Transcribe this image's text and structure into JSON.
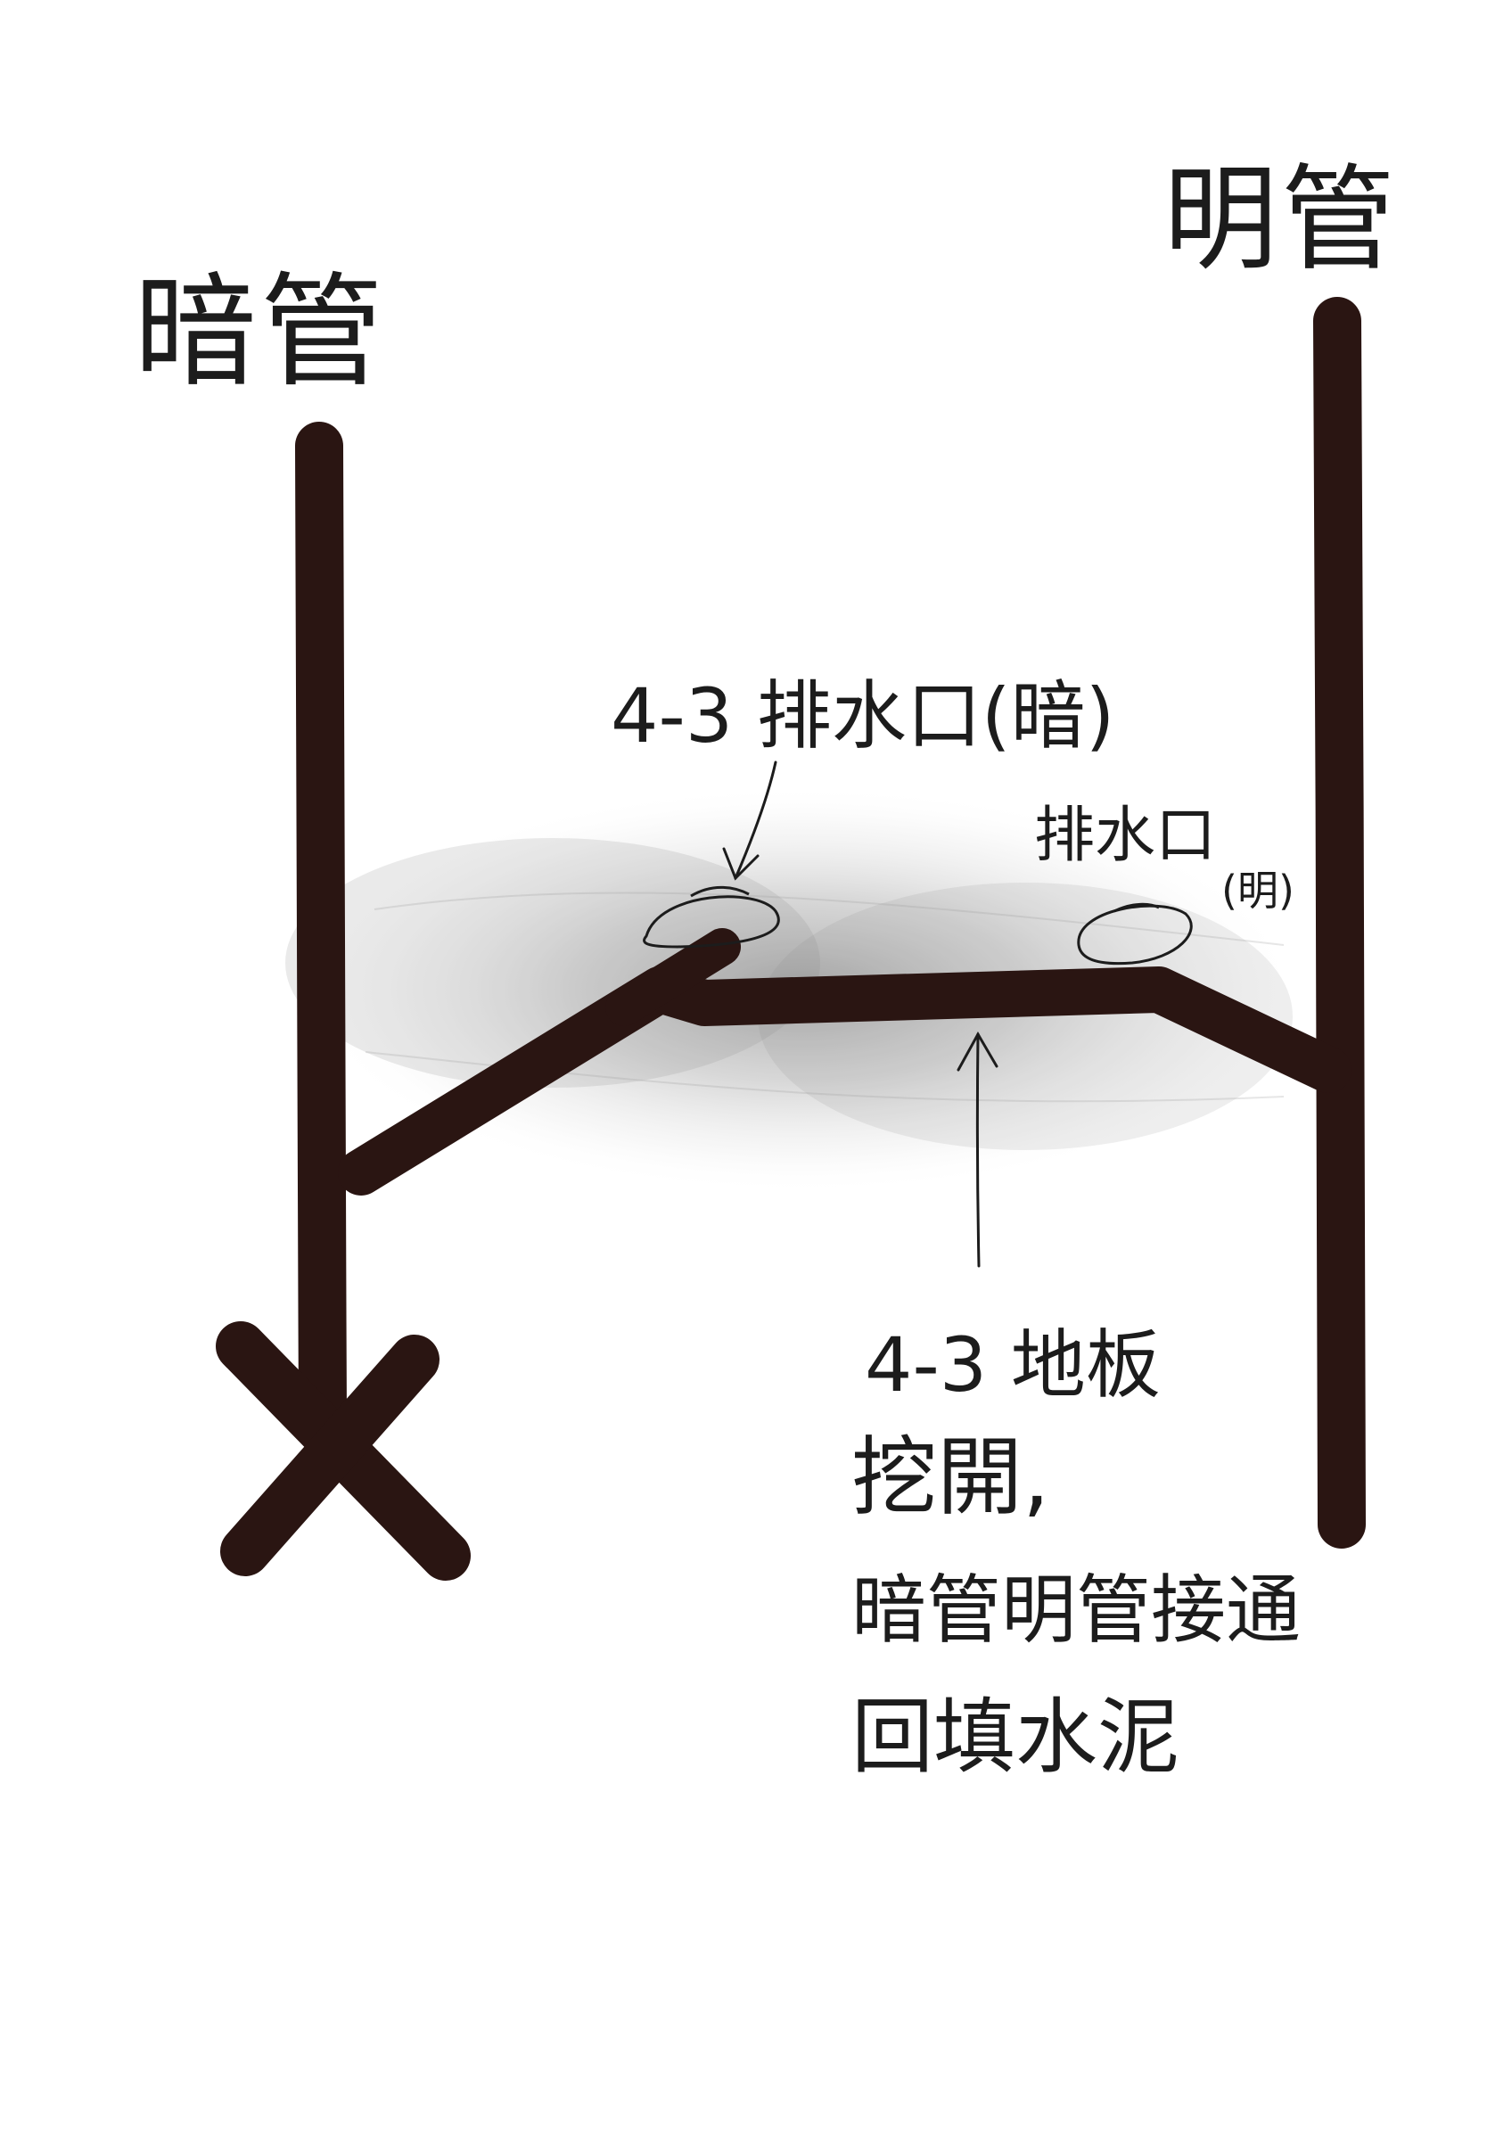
{
  "labels": {
    "concealed_pipe": "暗管",
    "exposed_pipe": "明管",
    "drain_concealed": "4-3 排水口(暗)",
    "drain_exposed_main": "排水口",
    "drain_exposed_suffix": "(明)",
    "floor_line1": "4-3 地板",
    "floor_line2": "挖開,",
    "floor_line3": "暗管明管接通",
    "floor_line4": "回填水泥"
  },
  "colors": {
    "pipe": "#2a1512",
    "ink": "#1c1c1c",
    "floor_shade": "#9a9a9a",
    "background": "#ffffff"
  }
}
